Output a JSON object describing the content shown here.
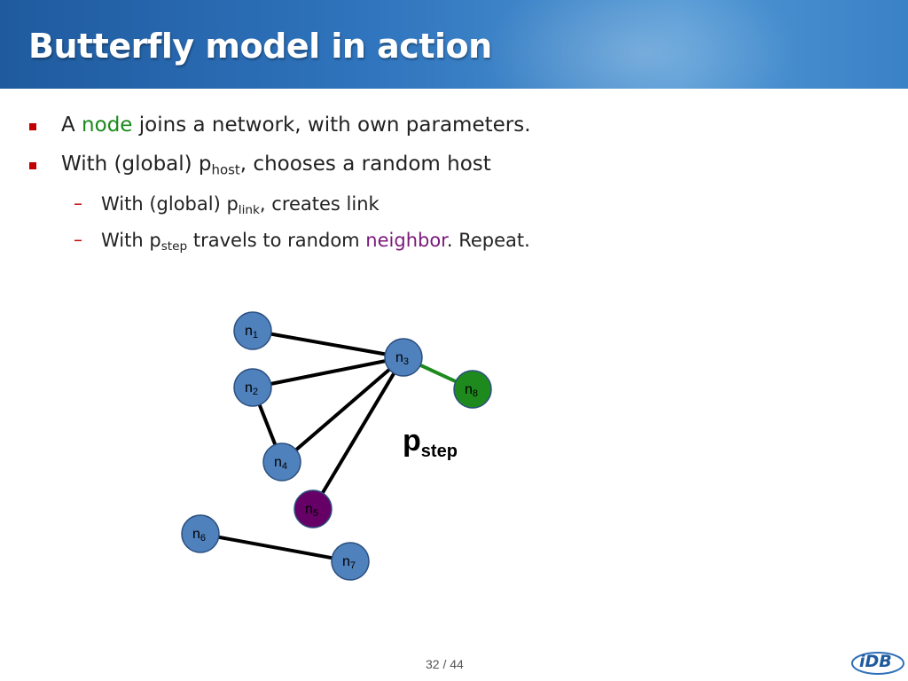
{
  "title": "Butterfly model in action",
  "bullets": [
    {
      "pre": "A ",
      "highlight": "node",
      "post": " joins a network, with own parameters."
    },
    {
      "pre": "With (global) p",
      "sub": "host",
      "post": ", chooses a random host"
    }
  ],
  "subbullets": [
    {
      "pre": "With (global) p",
      "sub": "link",
      "post": ", creates link"
    },
    {
      "pre": "With p",
      "sub": "step",
      "mid": " travels to random ",
      "highlight": "neighbor",
      "post": ". Repeat."
    }
  ],
  "diagram": {
    "nodes": [
      {
        "id": "n1",
        "base": "n",
        "sub": "1",
        "fill": "#4f81bd"
      },
      {
        "id": "n2",
        "base": "n",
        "sub": "2",
        "fill": "#4f81bd"
      },
      {
        "id": "n3",
        "base": "n",
        "sub": "3",
        "fill": "#4f81bd"
      },
      {
        "id": "n4",
        "base": "n",
        "sub": "4",
        "fill": "#4f81bd"
      },
      {
        "id": "n5",
        "base": "n",
        "sub": "5",
        "fill": "#660066"
      },
      {
        "id": "n6",
        "base": "n",
        "sub": "6",
        "fill": "#4f81bd"
      },
      {
        "id": "n7",
        "base": "n",
        "sub": "7",
        "fill": "#4f81bd"
      },
      {
        "id": "n8",
        "base": "n",
        "sub": "8",
        "fill": "#1e8a1e"
      }
    ],
    "edges": [
      {
        "from": "n1",
        "to": "n3",
        "color": "#000000"
      },
      {
        "from": "n2",
        "to": "n3",
        "color": "#000000"
      },
      {
        "from": "n2",
        "to": "n4",
        "color": "#000000"
      },
      {
        "from": "n4",
        "to": "n3",
        "color": "#000000"
      },
      {
        "from": "n5",
        "to": "n3",
        "color": "#000000"
      },
      {
        "from": "n6",
        "to": "n7",
        "color": "#000000"
      },
      {
        "from": "n3",
        "to": "n8",
        "color": "#1e8a1e"
      }
    ],
    "pstep": {
      "base": "p",
      "sub": "step"
    }
  },
  "page_number": "32 / 44",
  "logo_text": "iDB",
  "colors": {
    "bullet": "#c00000",
    "node_highlight": "#1a8a1a",
    "neighbor_highlight": "#7a1a7a"
  }
}
